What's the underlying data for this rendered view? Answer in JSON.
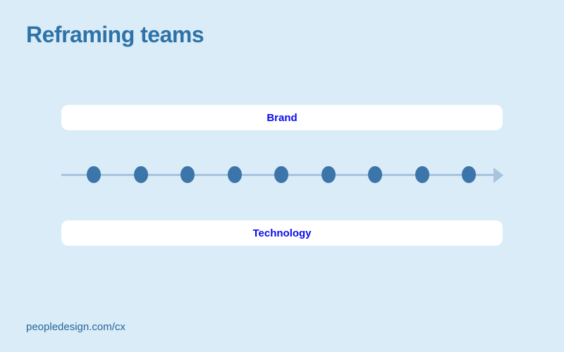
{
  "slide": {
    "title": "Reframing teams",
    "footer": "peopledesign.com/cx"
  },
  "bars": {
    "top_label": "Brand",
    "bottom_label": "Technology"
  },
  "timeline": {
    "dot_count": 9,
    "direction": "right"
  },
  "colors": {
    "background": "#d9ecf7",
    "title_text": "#2e72a8",
    "bar_background": "#ffffff",
    "bar_label_text": "#0b0bf0",
    "dot_fill": "#3b75aa",
    "line": "#a7c3dd",
    "footer_text": "#28659c"
  }
}
